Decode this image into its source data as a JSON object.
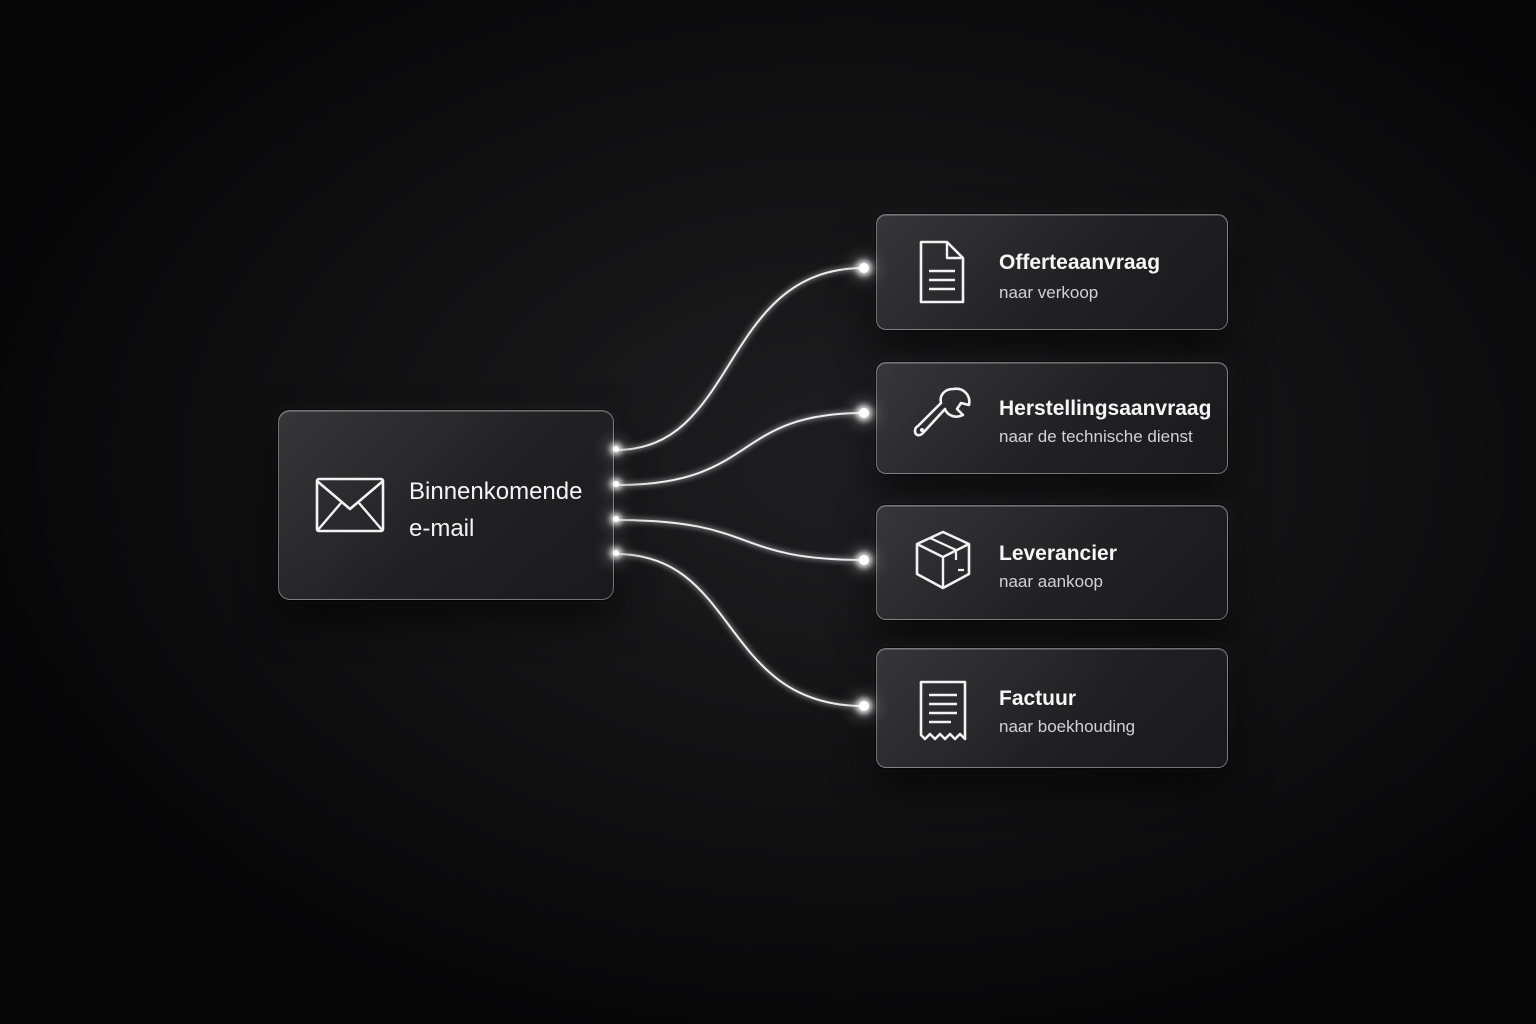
{
  "source": {
    "icon": "envelope-icon",
    "label_line1": "Binnenkomende",
    "label_line2": "e-mail"
  },
  "destinations": [
    {
      "icon": "document-icon",
      "title": "Offerteaanvraag",
      "subtitle": "naar verkoop"
    },
    {
      "icon": "wrench-icon",
      "title": "Herstellingsaanvraag",
      "subtitle": "naar de technische dienst"
    },
    {
      "icon": "package-icon",
      "title": "Leverancier",
      "subtitle": "naar aankoop"
    },
    {
      "icon": "receipt-icon",
      "title": "Factuur",
      "subtitle": "naar boekhouding"
    }
  ],
  "colors": {
    "background": "#0a0a0b",
    "card": "#2a2a2d",
    "line": "#ffffff",
    "text": "#f2f2f2"
  }
}
